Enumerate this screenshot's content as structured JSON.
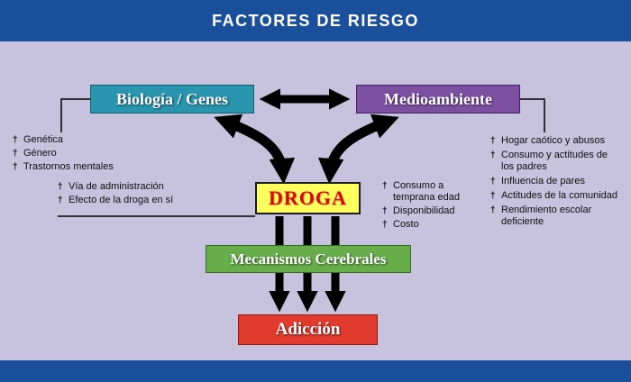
{
  "bullet": "†",
  "header": {
    "title": "FACTORES DE RIESGO"
  },
  "nodes": {
    "biologia": {
      "label": "Biología / Genes"
    },
    "medioambiente": {
      "label": "Medioambiente"
    },
    "droga": {
      "label": "DROGA"
    },
    "mecanismos": {
      "label": "Mecanismos Cerebrales"
    },
    "adiccion": {
      "label": "Adicción"
    }
  },
  "lists": {
    "biologia": [
      "Genética",
      "Género",
      "Trastornos mentales"
    ],
    "droga_left": [
      "Vía de administración",
      "Efecto de la droga en sí"
    ],
    "droga_right": [
      "Consumo a temprana edad",
      "Disponibilidad",
      "Costo"
    ],
    "medioambiente": [
      "Hogar caótico y abusos",
      "Consumo y actitudes de los padres",
      "Influencia de pares",
      "Actitudes de la comunidad",
      "Rendimiento escolar deficiente"
    ]
  },
  "colors": {
    "header_blue": "#1a4f9c",
    "background_lavender": "#c7c3de",
    "biologia_teal": "#2a95ae",
    "medioambiente_purple": "#7c4fa1",
    "droga_yellow": "#ffff5e",
    "droga_text_red": "#e10000",
    "mecanismos_green": "#67ae4a",
    "adiccion_red": "#e13b2f",
    "arrow_black": "#000000"
  }
}
